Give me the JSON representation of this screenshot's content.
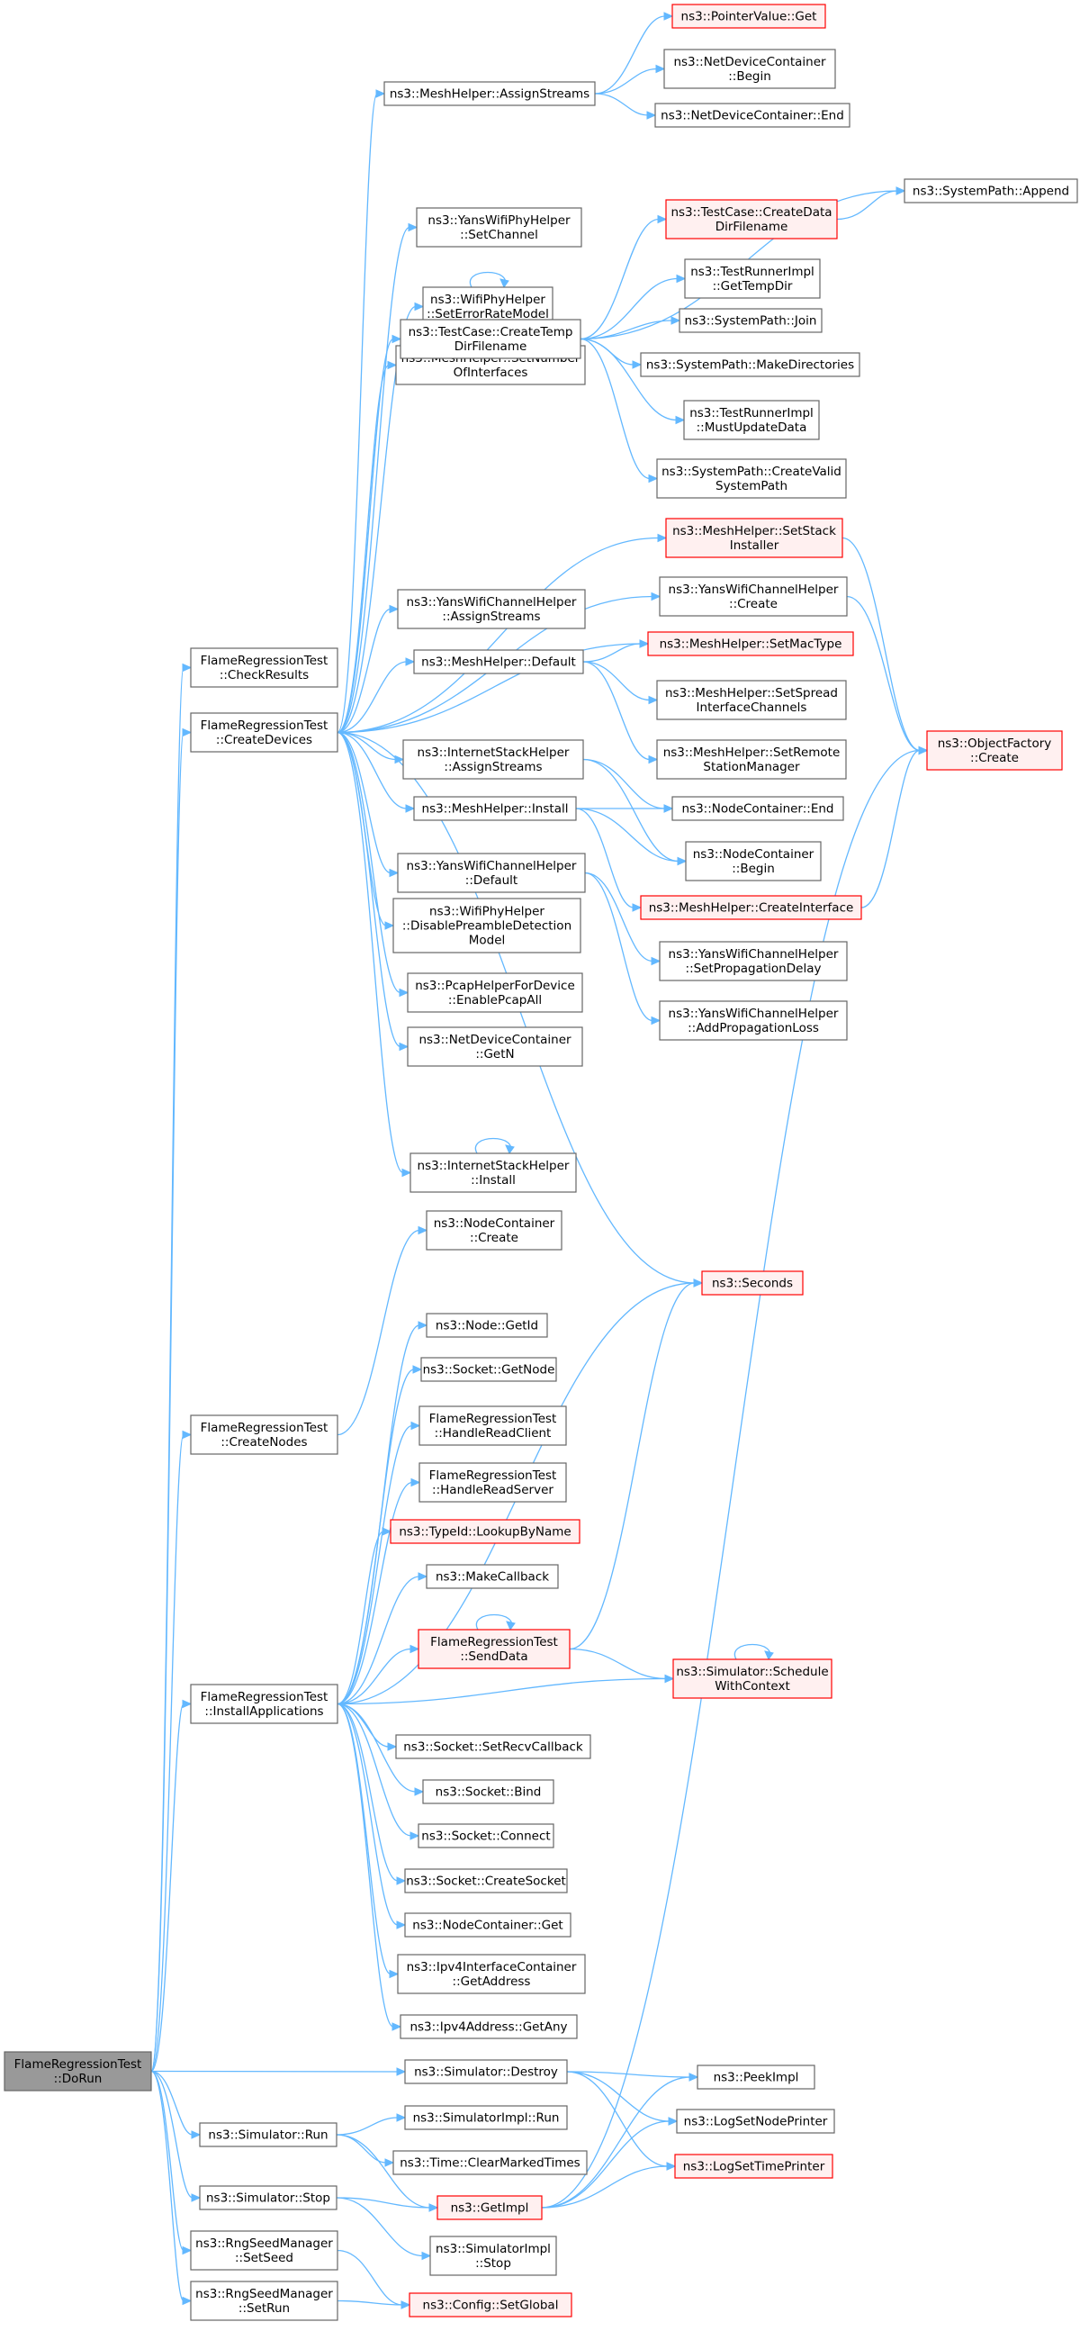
{
  "colors": {
    "edge": "#63b8ff",
    "box_default_fill": "#ffffff",
    "box_default_stroke": "#666666",
    "box_root_fill": "#999999",
    "box_root_stroke": "#666666",
    "box_red_fill": "#fff0f0",
    "box_red_stroke": "#ff0000"
  },
  "nodes": [
    {
      "id": "doRun",
      "kind": "root",
      "lines": [
        "FlameRegressionTest",
        "::DoRun"
      ]
    },
    {
      "id": "checkResults",
      "kind": "default",
      "lines": [
        "FlameRegressionTest",
        "::CheckResults"
      ]
    },
    {
      "id": "createDevices",
      "kind": "default",
      "lines": [
        "FlameRegressionTest",
        "::CreateDevices"
      ]
    },
    {
      "id": "createNodes",
      "kind": "default",
      "lines": [
        "FlameRegressionTest",
        "::CreateNodes"
      ]
    },
    {
      "id": "installApps",
      "kind": "default",
      "lines": [
        "FlameRegressionTest",
        "::InstallApplications"
      ]
    },
    {
      "id": "simRun",
      "kind": "default",
      "lines": [
        "ns3::Simulator::Run"
      ]
    },
    {
      "id": "simStop",
      "kind": "default",
      "lines": [
        "ns3::Simulator::Stop"
      ]
    },
    {
      "id": "rngSetSeed",
      "kind": "default",
      "lines": [
        "ns3::RngSeedManager",
        "::SetSeed"
      ]
    },
    {
      "id": "rngSetRun",
      "kind": "default",
      "lines": [
        "ns3::RngSeedManager",
        "::SetRun"
      ]
    },
    {
      "id": "meshAssign",
      "kind": "default",
      "lines": [
        "ns3::MeshHelper::AssignStreams"
      ]
    },
    {
      "id": "yansSetChannel",
      "kind": "default",
      "lines": [
        "ns3::YansWifiPhyHelper",
        "::SetChannel"
      ]
    },
    {
      "id": "wifiErrRate",
      "kind": "default",
      "lines": [
        "ns3::WifiPhyHelper",
        "::SetErrorRateModel"
      ]
    },
    {
      "id": "meshSetNumIf",
      "kind": "default",
      "lines": [
        "ns3::MeshHelper::SetNumber",
        "OfInterfaces"
      ]
    },
    {
      "id": "tcCreateTemp",
      "kind": "default",
      "lines": [
        "ns3::TestCase::CreateTemp",
        "DirFilename"
      ]
    },
    {
      "id": "yansChanAssign",
      "kind": "default",
      "lines": [
        "ns3::YansWifiChannelHelper",
        "::AssignStreams"
      ]
    },
    {
      "id": "meshDefault",
      "kind": "default",
      "lines": [
        "ns3::MeshHelper::Default"
      ]
    },
    {
      "id": "inetAssign",
      "kind": "default",
      "lines": [
        "ns3::InternetStackHelper",
        "::AssignStreams"
      ]
    },
    {
      "id": "meshInstall",
      "kind": "default",
      "lines": [
        "ns3::MeshHelper::Install"
      ]
    },
    {
      "id": "yansChanDefault",
      "kind": "default",
      "lines": [
        "ns3::YansWifiChannelHelper",
        "::Default"
      ]
    },
    {
      "id": "wifiDisPre",
      "kind": "default",
      "lines": [
        "ns3::WifiPhyHelper",
        "::DisablePreambleDetection",
        "Model"
      ]
    },
    {
      "id": "pcapAll",
      "kind": "default",
      "lines": [
        "ns3::PcapHelperForDevice",
        "::EnablePcapAll"
      ]
    },
    {
      "id": "ndcGetN",
      "kind": "default",
      "lines": [
        "ns3::NetDeviceContainer",
        "::GetN"
      ]
    },
    {
      "id": "inetInstall",
      "kind": "default",
      "lines": [
        "ns3::InternetStackHelper",
        "::Install"
      ]
    },
    {
      "id": "ncCreate",
      "kind": "default",
      "lines": [
        "ns3::NodeContainer",
        "::Create"
      ]
    },
    {
      "id": "nodeGetId",
      "kind": "default",
      "lines": [
        "ns3::Node::GetId"
      ]
    },
    {
      "id": "sockGetNode",
      "kind": "default",
      "lines": [
        "ns3::Socket::GetNode"
      ]
    },
    {
      "id": "hReadClient",
      "kind": "default",
      "lines": [
        "FlameRegressionTest",
        "::HandleReadClient"
      ]
    },
    {
      "id": "hReadServer",
      "kind": "default",
      "lines": [
        "FlameRegressionTest",
        "::HandleReadServer"
      ]
    },
    {
      "id": "typeIdLookup",
      "kind": "red",
      "lines": [
        "ns3::TypeId::LookupByName"
      ]
    },
    {
      "id": "makeCallback",
      "kind": "default",
      "lines": [
        "ns3::MakeCallback"
      ]
    },
    {
      "id": "sendData",
      "kind": "red",
      "lines": [
        "FlameRegressionTest",
        "::SendData"
      ]
    },
    {
      "id": "sockRecvCb",
      "kind": "default",
      "lines": [
        "ns3::Socket::SetRecvCallback"
      ]
    },
    {
      "id": "sockBind",
      "kind": "default",
      "lines": [
        "ns3::Socket::Bind"
      ]
    },
    {
      "id": "sockConnect",
      "kind": "default",
      "lines": [
        "ns3::Socket::Connect"
      ]
    },
    {
      "id": "sockCreate",
      "kind": "default",
      "lines": [
        "ns3::Socket::CreateSocket"
      ]
    },
    {
      "id": "ncGet",
      "kind": "default",
      "lines": [
        "ns3::NodeContainer::Get"
      ]
    },
    {
      "id": "ipv4IfGetAddr",
      "kind": "default",
      "lines": [
        "ns3::Ipv4InterfaceContainer",
        "::GetAddress"
      ]
    },
    {
      "id": "ipv4GetAny",
      "kind": "default",
      "lines": [
        "ns3::Ipv4Address::GetAny"
      ]
    },
    {
      "id": "simDestroy",
      "kind": "default",
      "lines": [
        "ns3::Simulator::Destroy"
      ]
    },
    {
      "id": "simImplRun",
      "kind": "default",
      "lines": [
        "ns3::SimulatorImpl::Run"
      ]
    },
    {
      "id": "timeClear",
      "kind": "default",
      "lines": [
        "ns3::Time::ClearMarkedTimes"
      ]
    },
    {
      "id": "getImpl",
      "kind": "red",
      "lines": [
        "ns3::GetImpl"
      ]
    },
    {
      "id": "simImplStop",
      "kind": "default",
      "lines": [
        "ns3::SimulatorImpl",
        "::Stop"
      ]
    },
    {
      "id": "cfgSetGlobal",
      "kind": "red",
      "lines": [
        "ns3::Config::SetGlobal"
      ]
    },
    {
      "id": "ptrValGet",
      "kind": "red",
      "lines": [
        "ns3::PointerValue::Get"
      ]
    },
    {
      "id": "ndcBegin",
      "kind": "default",
      "lines": [
        "ns3::NetDeviceContainer",
        "::Begin"
      ]
    },
    {
      "id": "ndcEnd",
      "kind": "default",
      "lines": [
        "ns3::NetDeviceContainer::End"
      ]
    },
    {
      "id": "tcCreateData",
      "kind": "red",
      "lines": [
        "ns3::TestCase::CreateData",
        "DirFilename"
      ]
    },
    {
      "id": "trGetTemp",
      "kind": "default",
      "lines": [
        "ns3::TestRunnerImpl",
        "::GetTempDir"
      ]
    },
    {
      "id": "spJoin",
      "kind": "default",
      "lines": [
        "ns3::SystemPath::Join"
      ]
    },
    {
      "id": "spMakeDirs",
      "kind": "default",
      "lines": [
        "ns3::SystemPath::MakeDirectories"
      ]
    },
    {
      "id": "trMustUpdate",
      "kind": "default",
      "lines": [
        "ns3::TestRunnerImpl",
        "::MustUpdateData"
      ]
    },
    {
      "id": "spCreateValid",
      "kind": "default",
      "lines": [
        "ns3::SystemPath::CreateValid",
        "SystemPath"
      ]
    },
    {
      "id": "meshSetStack",
      "kind": "red",
      "lines": [
        "ns3::MeshHelper::SetStack",
        "Installer"
      ]
    },
    {
      "id": "yansChanCreate",
      "kind": "default",
      "lines": [
        "ns3::YansWifiChannelHelper",
        "::Create"
      ]
    },
    {
      "id": "meshSetMac",
      "kind": "red",
      "lines": [
        "ns3::MeshHelper::SetMacType"
      ]
    },
    {
      "id": "meshSpread",
      "kind": "default",
      "lines": [
        "ns3::MeshHelper::SetSpread",
        "InterfaceChannels"
      ]
    },
    {
      "id": "meshRemote",
      "kind": "default",
      "lines": [
        "ns3::MeshHelper::SetRemote",
        "StationManager"
      ]
    },
    {
      "id": "ncEnd",
      "kind": "default",
      "lines": [
        "ns3::NodeContainer::End"
      ]
    },
    {
      "id": "ncBegin",
      "kind": "default",
      "lines": [
        "ns3::NodeContainer",
        "::Begin"
      ]
    },
    {
      "id": "meshCreateIf",
      "kind": "red",
      "lines": [
        "ns3::MeshHelper::CreateInterface"
      ]
    },
    {
      "id": "yansSetProp",
      "kind": "default",
      "lines": [
        "ns3::YansWifiChannelHelper",
        "::SetPropagationDelay"
      ]
    },
    {
      "id": "yansAddLoss",
      "kind": "default",
      "lines": [
        "ns3::YansWifiChannelHelper",
        "::AddPropagationLoss"
      ]
    },
    {
      "id": "seconds",
      "kind": "red",
      "lines": [
        "ns3::Seconds"
      ]
    },
    {
      "id": "schedCtx",
      "kind": "red",
      "lines": [
        "ns3::Simulator::Schedule",
        "WithContext"
      ]
    },
    {
      "id": "peekImpl",
      "kind": "default",
      "lines": [
        "ns3::PeekImpl"
      ]
    },
    {
      "id": "logNodePr",
      "kind": "default",
      "lines": [
        "ns3::LogSetNodePrinter"
      ]
    },
    {
      "id": "logTimePr",
      "kind": "red",
      "lines": [
        "ns3::LogSetTimePrinter"
      ]
    },
    {
      "id": "spAppend",
      "kind": "default",
      "lines": [
        "ns3::SystemPath::Append"
      ]
    },
    {
      "id": "objFactCreate",
      "kind": "red",
      "lines": [
        "ns3::ObjectFactory",
        "::Create"
      ]
    }
  ],
  "edges": [
    [
      "doRun",
      "checkResults"
    ],
    [
      "doRun",
      "createDevices"
    ],
    [
      "doRun",
      "createNodes"
    ],
    [
      "doRun",
      "installApps"
    ],
    [
      "doRun",
      "simDestroy"
    ],
    [
      "doRun",
      "simRun"
    ],
    [
      "doRun",
      "simStop"
    ],
    [
      "doRun",
      "rngSetSeed"
    ],
    [
      "doRun",
      "rngSetRun"
    ],
    [
      "createDevices",
      "meshAssign"
    ],
    [
      "createDevices",
      "yansSetChannel"
    ],
    [
      "createDevices",
      "wifiErrRate"
    ],
    [
      "createDevices",
      "meshSetNumIf"
    ],
    [
      "createDevices",
      "tcCreateTemp"
    ],
    [
      "createDevices",
      "meshSetStack"
    ],
    [
      "createDevices",
      "yansChanCreate"
    ],
    [
      "createDevices",
      "yansChanAssign"
    ],
    [
      "createDevices",
      "meshSetMac"
    ],
    [
      "createDevices",
      "meshDefault"
    ],
    [
      "createDevices",
      "inetAssign"
    ],
    [
      "createDevices",
      "meshInstall"
    ],
    [
      "createDevices",
      "yansChanDefault"
    ],
    [
      "createDevices",
      "wifiDisPre"
    ],
    [
      "createDevices",
      "pcapAll"
    ],
    [
      "createDevices",
      "ndcGetN"
    ],
    [
      "createDevices",
      "inetInstall"
    ],
    [
      "createDevices",
      "seconds"
    ],
    [
      "meshAssign",
      "ptrValGet"
    ],
    [
      "meshAssign",
      "ndcBegin"
    ],
    [
      "meshAssign",
      "ndcEnd"
    ],
    [
      "wifiErrRate",
      "wifiErrRate"
    ],
    [
      "tcCreateTemp",
      "spAppend"
    ],
    [
      "tcCreateTemp",
      "tcCreateData"
    ],
    [
      "tcCreateTemp",
      "trGetTemp"
    ],
    [
      "tcCreateTemp",
      "spJoin"
    ],
    [
      "tcCreateTemp",
      "spMakeDirs"
    ],
    [
      "tcCreateTemp",
      "trMustUpdate"
    ],
    [
      "tcCreateTemp",
      "spCreateValid"
    ],
    [
      "tcCreateData",
      "spAppend"
    ],
    [
      "meshSetStack",
      "objFactCreate"
    ],
    [
      "yansChanCreate",
      "objFactCreate"
    ],
    [
      "meshDefault",
      "meshSetMac"
    ],
    [
      "meshDefault",
      "meshSpread"
    ],
    [
      "meshDefault",
      "meshRemote"
    ],
    [
      "inetAssign",
      "ncEnd"
    ],
    [
      "inetAssign",
      "ncBegin"
    ],
    [
      "meshInstall",
      "ncEnd"
    ],
    [
      "meshInstall",
      "ncBegin"
    ],
    [
      "meshInstall",
      "meshCreateIf"
    ],
    [
      "meshCreateIf",
      "objFactCreate"
    ],
    [
      "yansChanDefault",
      "yansSetProp"
    ],
    [
      "yansChanDefault",
      "yansAddLoss"
    ],
    [
      "inetInstall",
      "inetInstall"
    ],
    [
      "createNodes",
      "ncCreate"
    ],
    [
      "installApps",
      "seconds"
    ],
    [
      "installApps",
      "nodeGetId"
    ],
    [
      "installApps",
      "sockGetNode"
    ],
    [
      "installApps",
      "hReadClient"
    ],
    [
      "installApps",
      "hReadServer"
    ],
    [
      "installApps",
      "typeIdLookup"
    ],
    [
      "installApps",
      "makeCallback"
    ],
    [
      "installApps",
      "sendData"
    ],
    [
      "installApps",
      "schedCtx"
    ],
    [
      "installApps",
      "sockRecvCb"
    ],
    [
      "installApps",
      "sockBind"
    ],
    [
      "installApps",
      "sockConnect"
    ],
    [
      "installApps",
      "sockCreate"
    ],
    [
      "installApps",
      "ncGet"
    ],
    [
      "installApps",
      "ipv4IfGetAddr"
    ],
    [
      "installApps",
      "ipv4GetAny"
    ],
    [
      "sendData",
      "seconds"
    ],
    [
      "sendData",
      "sendData"
    ],
    [
      "sendData",
      "schedCtx"
    ],
    [
      "schedCtx",
      "schedCtx"
    ],
    [
      "simDestroy",
      "peekImpl"
    ],
    [
      "simDestroy",
      "logNodePr"
    ],
    [
      "simDestroy",
      "logTimePr"
    ],
    [
      "simRun",
      "simImplRun"
    ],
    [
      "simRun",
      "timeClear"
    ],
    [
      "simRun",
      "getImpl"
    ],
    [
      "simStop",
      "getImpl"
    ],
    [
      "simStop",
      "simImplStop"
    ],
    [
      "getImpl",
      "peekImpl"
    ],
    [
      "getImpl",
      "logNodePr"
    ],
    [
      "getImpl",
      "logTimePr"
    ],
    [
      "getImpl",
      "objFactCreate"
    ],
    [
      "rngSetSeed",
      "cfgSetGlobal"
    ],
    [
      "rngSetRun",
      "cfgSetGlobal"
    ]
  ]
}
